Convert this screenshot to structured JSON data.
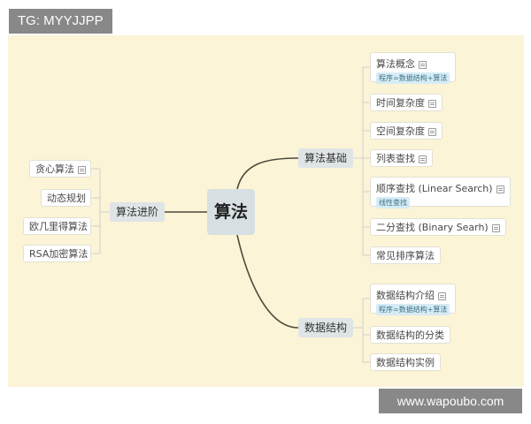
{
  "watermark_top": "TG: MYYJJPP",
  "watermark_bottom": "www.wapoubo.com",
  "root": "算法",
  "branches": {
    "basics": {
      "label": "算法基础",
      "items": [
        {
          "label": "算法概念",
          "sub": "程序=数据结构+算法",
          "note": true
        },
        {
          "label": "时间复杂度",
          "note": true
        },
        {
          "label": "空间复杂度",
          "note": true
        },
        {
          "label": "列表查找",
          "note": true
        },
        {
          "label": "顺序查找 (Linear Search)",
          "sub": "线性查找",
          "note": true
        },
        {
          "label": "二分查找 (Binary Searh)",
          "note": true
        },
        {
          "label": "常见排序算法",
          "note": false
        }
      ]
    },
    "datastruct": {
      "label": "数据结构",
      "items": [
        {
          "label": "数据结构介绍",
          "sub": "程序=数据结构+算法",
          "note": true
        },
        {
          "label": "数据结构的分类",
          "note": false
        },
        {
          "label": "数据结构实例",
          "note": false
        }
      ]
    },
    "advanced": {
      "label": "算法进阶",
      "items": [
        {
          "label": "贪心算法",
          "note": true
        },
        {
          "label": "动态规划",
          "note": false
        },
        {
          "label": "欧几里得算法",
          "note": false
        },
        {
          "label": "RSA加密算法",
          "note": false
        }
      ]
    }
  },
  "colors": {
    "canvas": "#fbf4d6",
    "line": "#4a4a3a",
    "branch_fill": "#dfe4e7",
    "subnote_fill": "#d6ecf5"
  }
}
